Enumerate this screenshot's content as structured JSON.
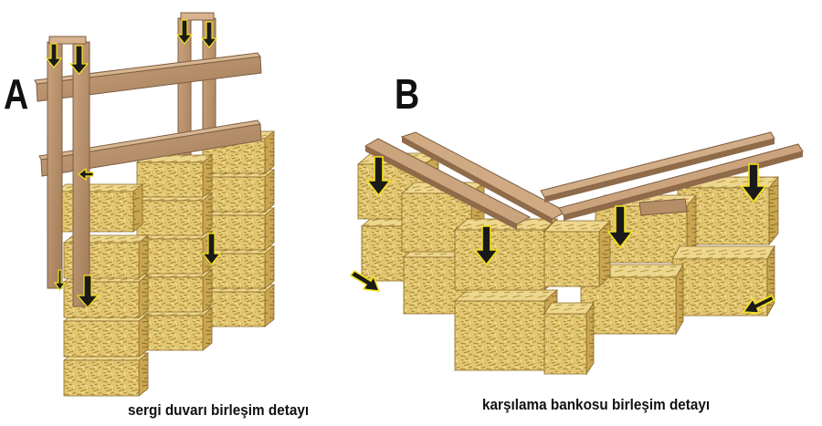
{
  "figures": [
    {
      "letter": "A",
      "caption": "sergi duvarı birleşim detayı"
    },
    {
      "letter": "B",
      "caption": "karşılama bankosu birleşim detayı"
    }
  ],
  "colors": {
    "straw_light": "#e8cf7a",
    "straw_mid": "#cfae55",
    "straw_dark": "#9c7d35",
    "wood_face": "#b58e68",
    "wood_top": "#d0ad88",
    "wood_edge": "#7d5e42",
    "arrow": "#1a1a1a",
    "arrow_glow": "#f5e21a"
  }
}
